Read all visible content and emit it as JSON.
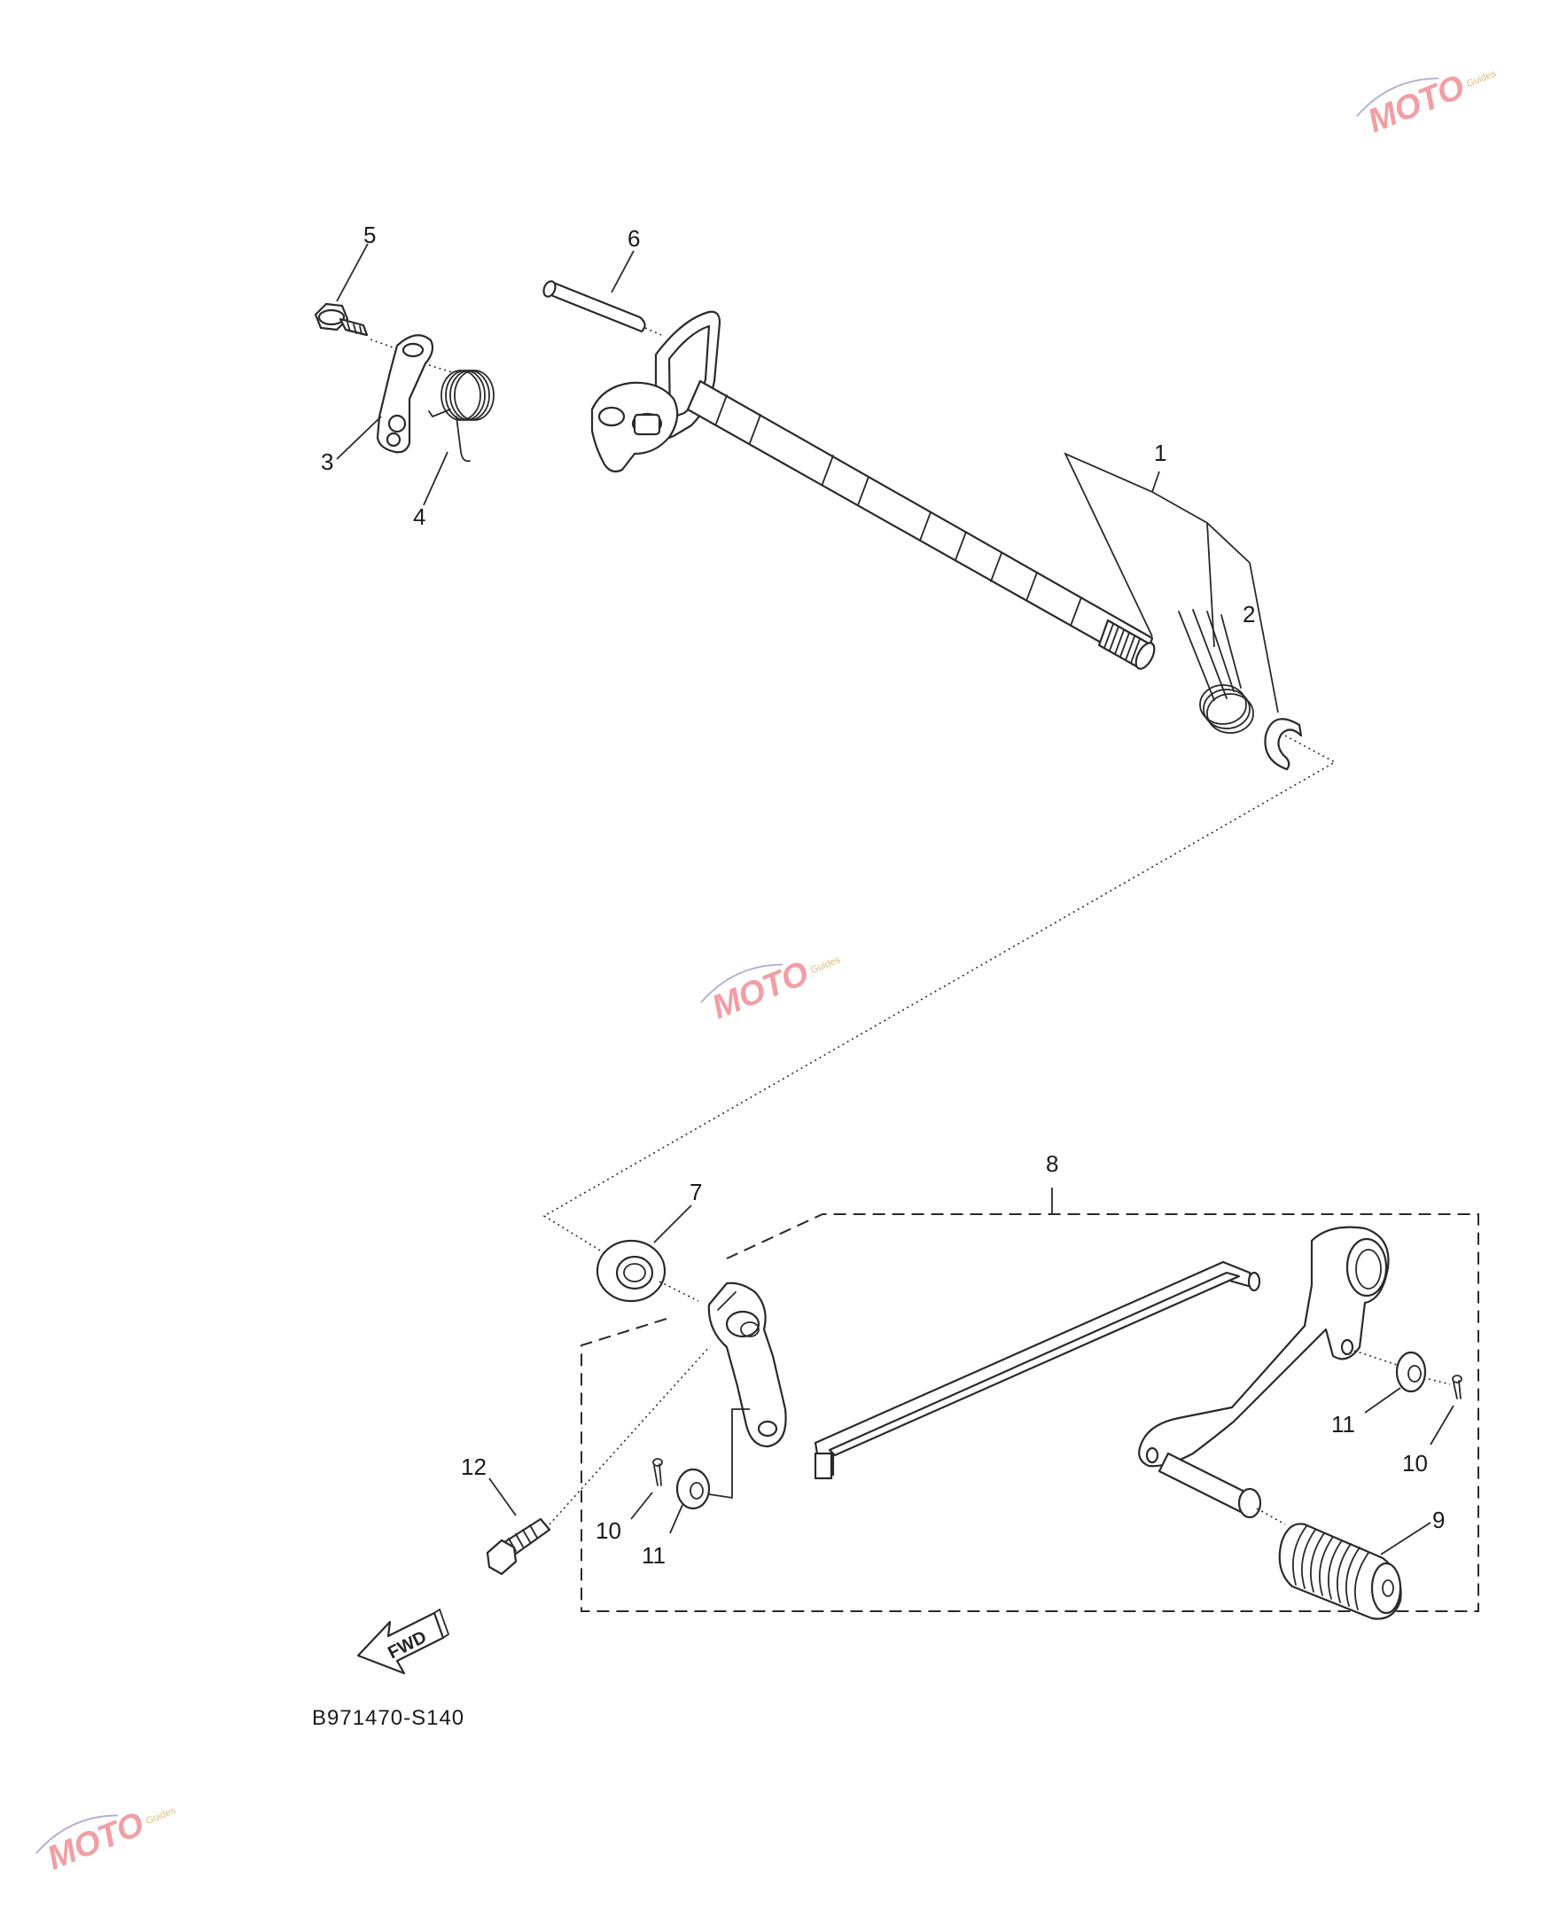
{
  "diagram": {
    "code": "B971470-S140",
    "fwd_label": "FWD",
    "callouts": [
      {
        "id": "1",
        "label": "1"
      },
      {
        "id": "2",
        "label": "2"
      },
      {
        "id": "3",
        "label": "3"
      },
      {
        "id": "4",
        "label": "4"
      },
      {
        "id": "5",
        "label": "5"
      },
      {
        "id": "6",
        "label": "6"
      },
      {
        "id": "7",
        "label": "7"
      },
      {
        "id": "8",
        "label": "8"
      },
      {
        "id": "9",
        "label": "9"
      },
      {
        "id": "10a",
        "label": "10"
      },
      {
        "id": "10b",
        "label": "10"
      },
      {
        "id": "11a",
        "label": "11"
      },
      {
        "id": "11b",
        "label": "11"
      },
      {
        "id": "12",
        "label": "12"
      }
    ]
  },
  "watermark": {
    "brand": "MOTO",
    "sub": "Guides"
  }
}
